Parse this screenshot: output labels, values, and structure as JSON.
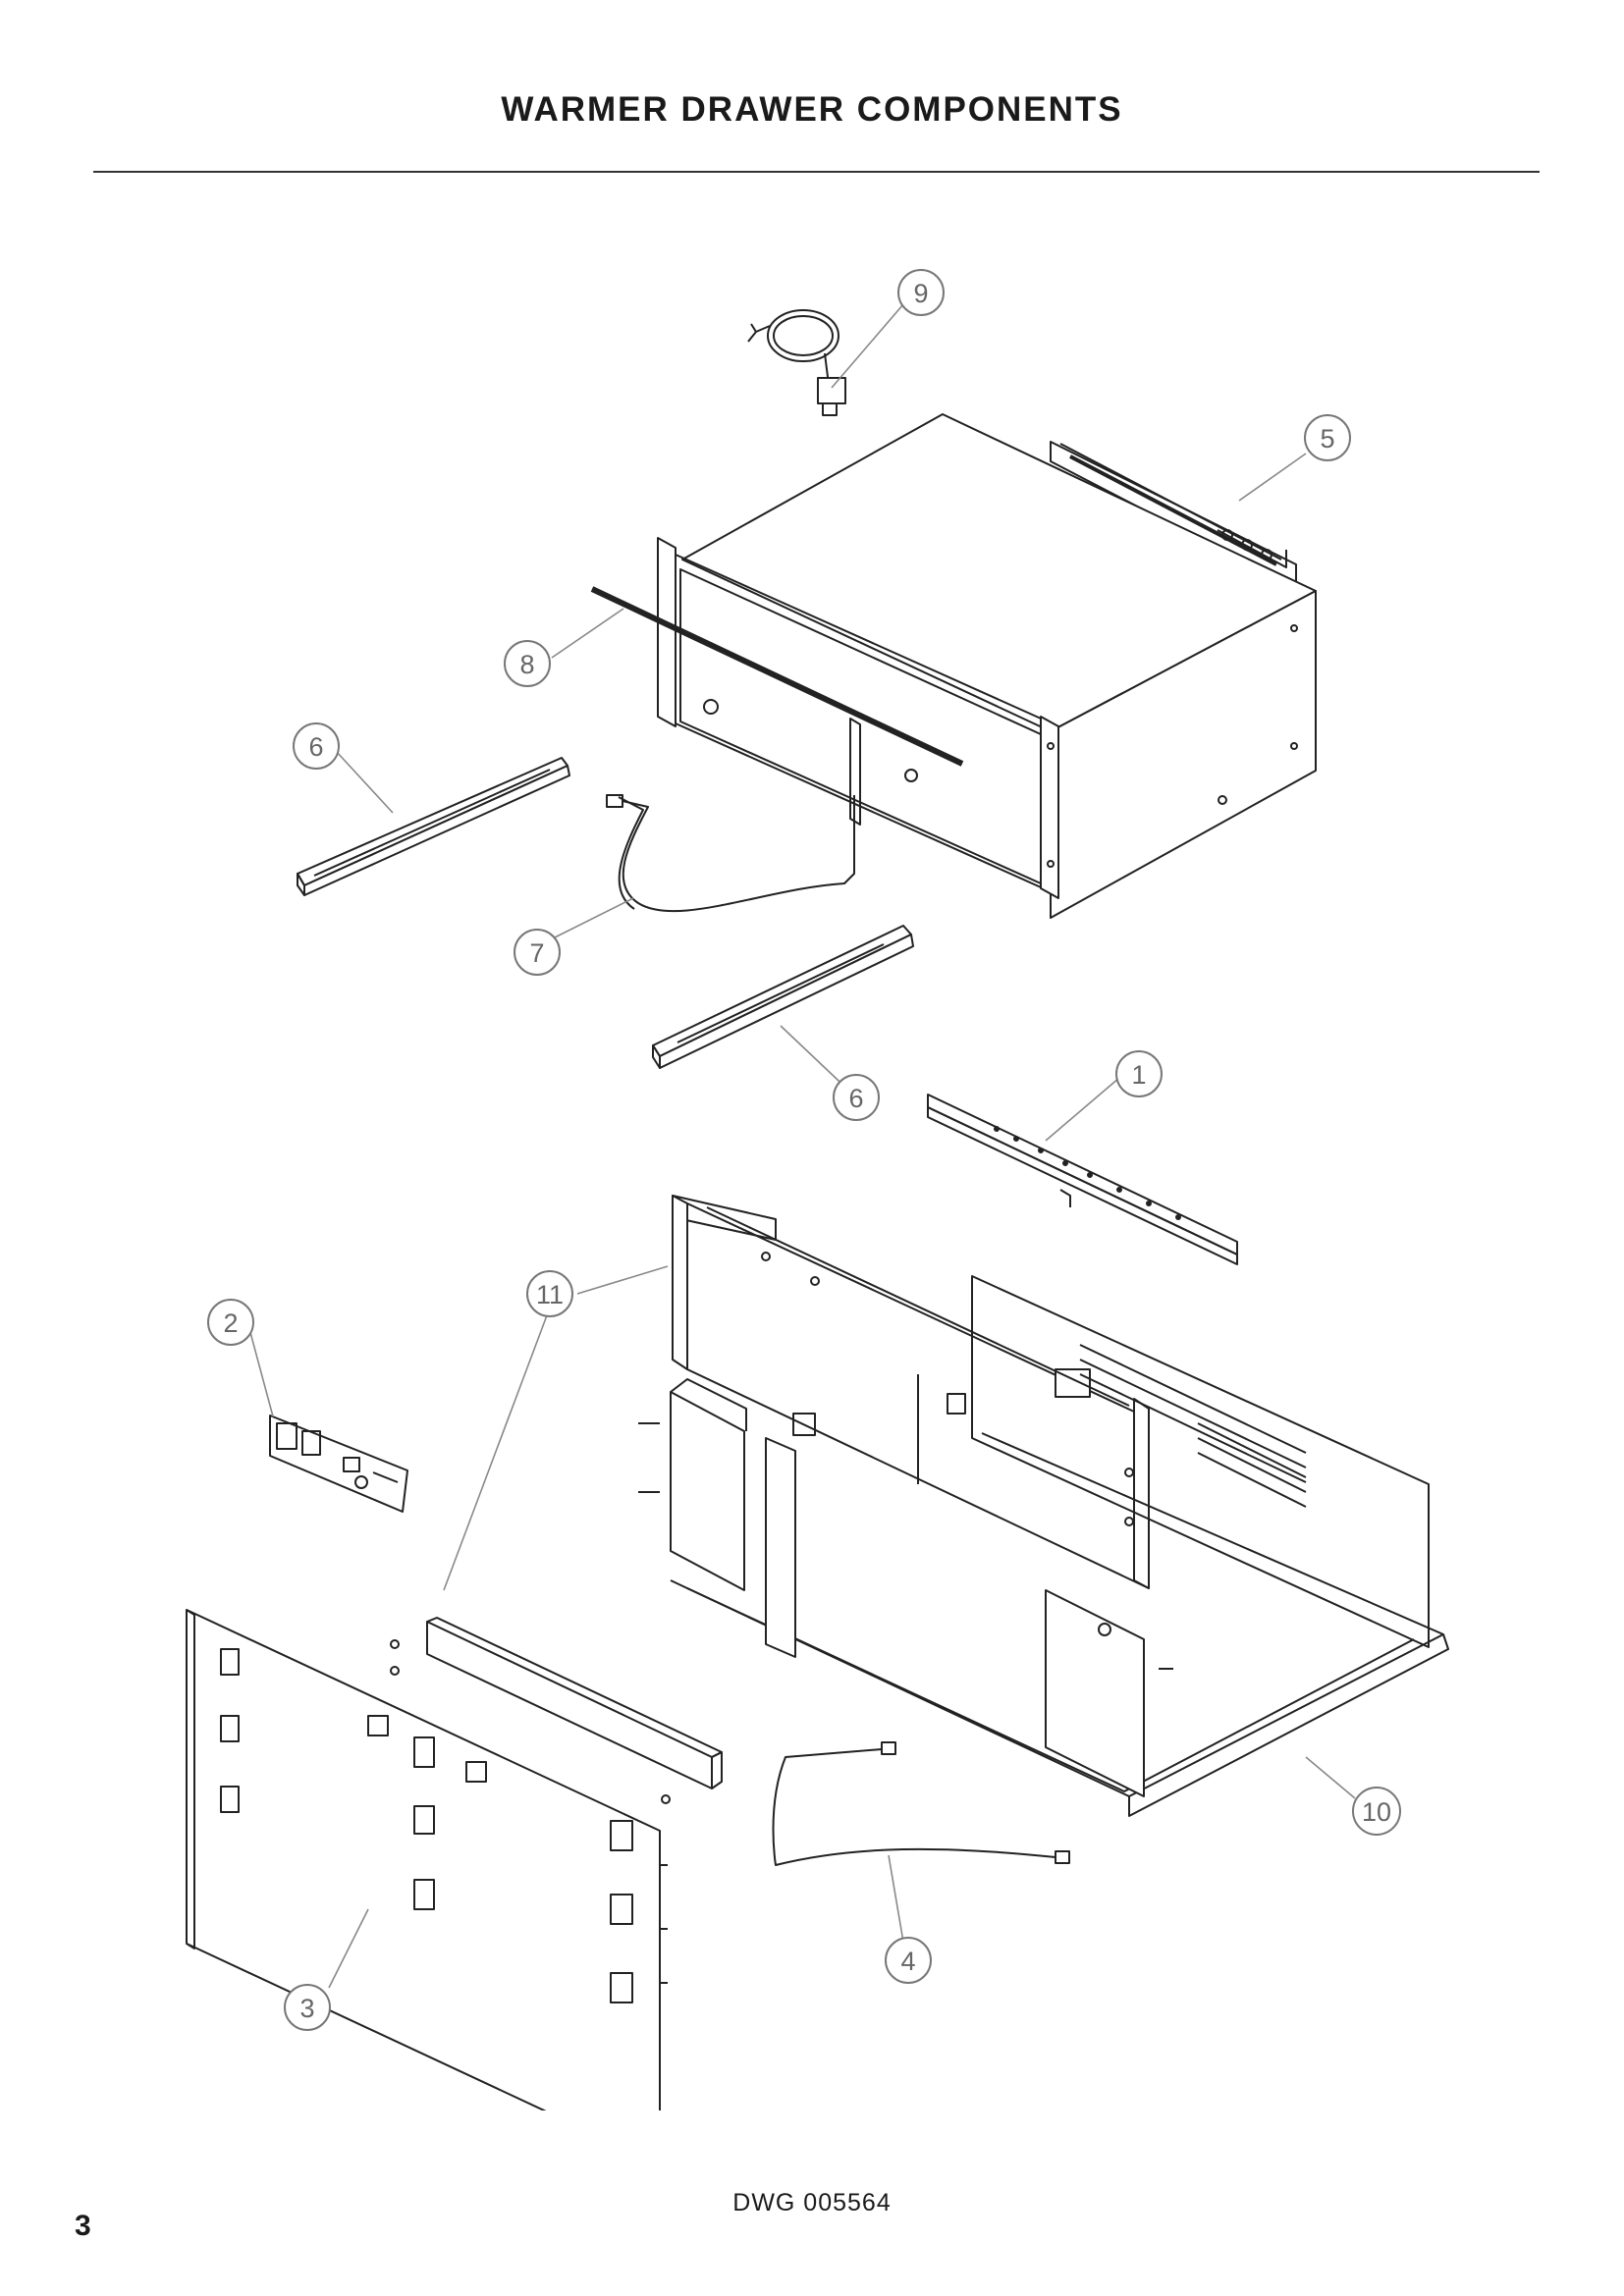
{
  "header": {
    "title": "WARMER DRAWER COMPONENTS"
  },
  "callouts": [
    {
      "id": "callout-1",
      "label": "1"
    },
    {
      "id": "callout-2",
      "label": "2"
    },
    {
      "id": "callout-3",
      "label": "3"
    },
    {
      "id": "callout-4",
      "label": "4"
    },
    {
      "id": "callout-5",
      "label": "5"
    },
    {
      "id": "callout-6a",
      "label": "6"
    },
    {
      "id": "callout-6b",
      "label": "6"
    },
    {
      "id": "callout-7",
      "label": "7"
    },
    {
      "id": "callout-8",
      "label": "8"
    },
    {
      "id": "callout-9",
      "label": "9"
    },
    {
      "id": "callout-10",
      "label": "10"
    },
    {
      "id": "callout-11",
      "label": "11"
    }
  ],
  "footer": {
    "drawing_number": "DWG 005564",
    "page_number": "3"
  }
}
